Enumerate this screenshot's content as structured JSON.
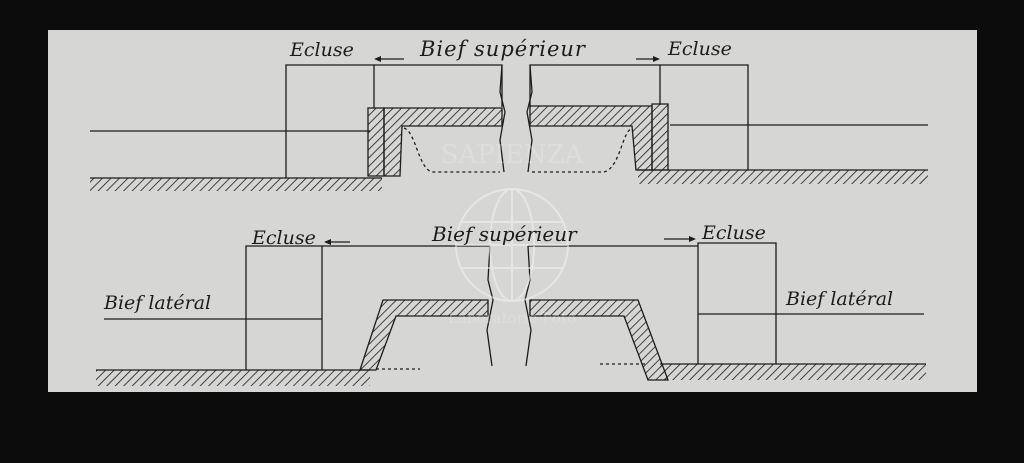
{
  "top": {
    "lock_left": "Ecluse",
    "title": "Bief supérieur",
    "lock_right": "Ecluse"
  },
  "bottom": {
    "lock_left": "Ecluse",
    "title": "Bief supérieur",
    "lock_right": "Ecluse",
    "lateral_left": "Bief latéral",
    "lateral_right": "Bief latéral"
  },
  "watermark": {
    "name": "SAPIENZA",
    "caption": "Laboratorio Foto"
  },
  "colors": {
    "ink": "#1c1c1c",
    "paper": "#d6d6d4",
    "frame": "#0c0c0c"
  }
}
